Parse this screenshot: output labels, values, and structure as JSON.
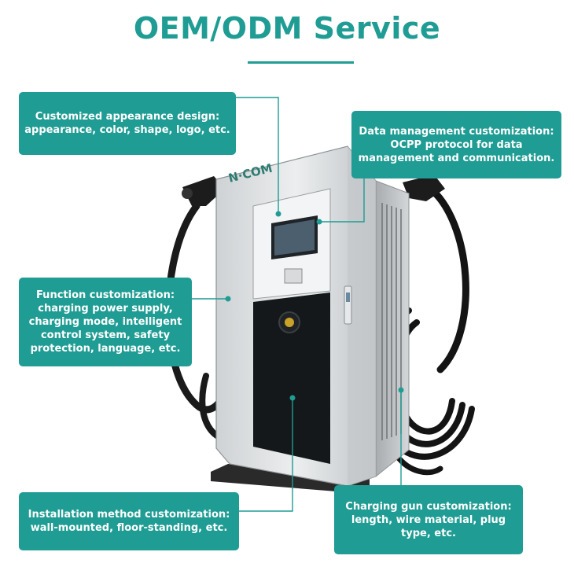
{
  "title": "OEM/ODM Service",
  "brand_logo": "N-COM",
  "accent_color": "#1f9c93",
  "callouts": {
    "appearance": {
      "lines": [
        "Customized appearance design:",
        "appearance, color, shape, logo, etc."
      ]
    },
    "data": {
      "lines": [
        "Data management customization:",
        "OCPP protocol for data",
        "management and communication."
      ]
    },
    "function": {
      "lines": [
        "Function customization:",
        "charging power supply,",
        "charging mode, intelligent",
        "control system, safety",
        "protection, language, etc."
      ]
    },
    "installation": {
      "lines": [
        "Installation method customization:",
        "wall-mounted, floor-standing, etc."
      ]
    },
    "gun": {
      "lines": [
        "Charging gun customization:",
        "length, wire material, plug",
        "type, etc."
      ]
    }
  }
}
